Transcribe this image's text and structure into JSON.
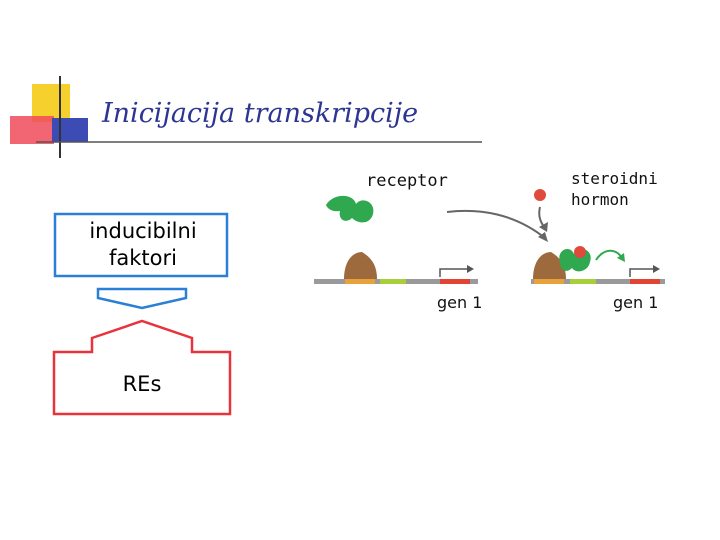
{
  "title": "Inicijacija transkripcije",
  "left_panel": {
    "inducible_box": {
      "line1": "inducibilni",
      "line2": "faktori"
    },
    "re_box": {
      "label": "REs"
    }
  },
  "right_panel": {
    "receptor_label": "receptor",
    "hormone_label": {
      "line1": "steroidni",
      "line2": "hormon"
    },
    "gene_label_left": "gen 1",
    "gene_label_right": "gen 1"
  },
  "colors": {
    "title": "#2d3592",
    "inducible_box_border": "#2a7fd6",
    "re_box_border": "#e8323c",
    "receptor_green": "#2fa84f",
    "hormone_red": "#e04a3c",
    "dna_grey": "#9a9a9a",
    "dna_orange": "#e9a23b",
    "dna_lime": "#a6cf3a",
    "dna_red": "#e24433",
    "factor_brown": "#9c6a3c"
  }
}
